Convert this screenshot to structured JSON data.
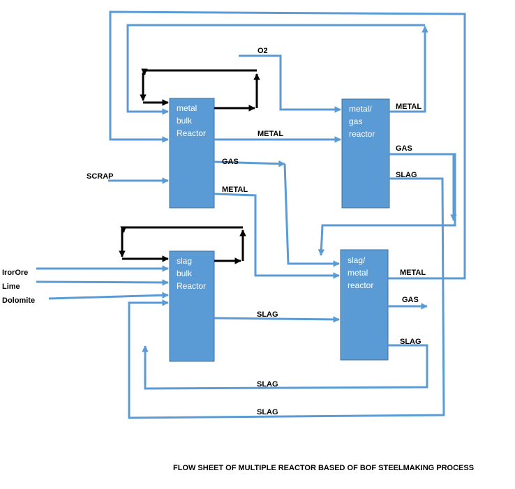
{
  "reactors": {
    "metal_bulk": [
      "metal",
      "bulk",
      "Reactor"
    ],
    "metal_gas": [
      "metal/",
      "gas",
      "reactor"
    ],
    "slag_bulk": [
      "slag",
      "bulk",
      "Reactor"
    ],
    "slag_metal": [
      "slag/",
      "metal",
      "reactor"
    ]
  },
  "inputs": {
    "o2": "O2",
    "scrap": "SCRAP",
    "iron_ore": "IrorOre",
    "lime": "Lime",
    "dolomite": "Dolomite"
  },
  "streams": {
    "metal_bulk_metal_out": "METAL",
    "metal_bulk_gas_out": "GAS",
    "metal_bulk_metal_out_2": "METAL",
    "metal_gas_metal_out": "METAL",
    "metal_gas_gas_out": "GAS",
    "metal_gas_slag_out": "SLAG",
    "slag_bulk_slag_out": "SLAG",
    "slag_metal_metal_out": "METAL",
    "slag_metal_gas_out": "GAS",
    "slag_metal_slag_out": "SLAG",
    "slag_return_1": "SLAG",
    "slag_return_2": "SLAG"
  },
  "caption": "FLOW SHEET OF MULTIPLE REACTOR BASED OF BOF STEELMAKING PROCESS",
  "colors": {
    "box_fill": "#5b9bd5",
    "flow_line": "#5b9bd5",
    "loop_line": "#000000"
  }
}
